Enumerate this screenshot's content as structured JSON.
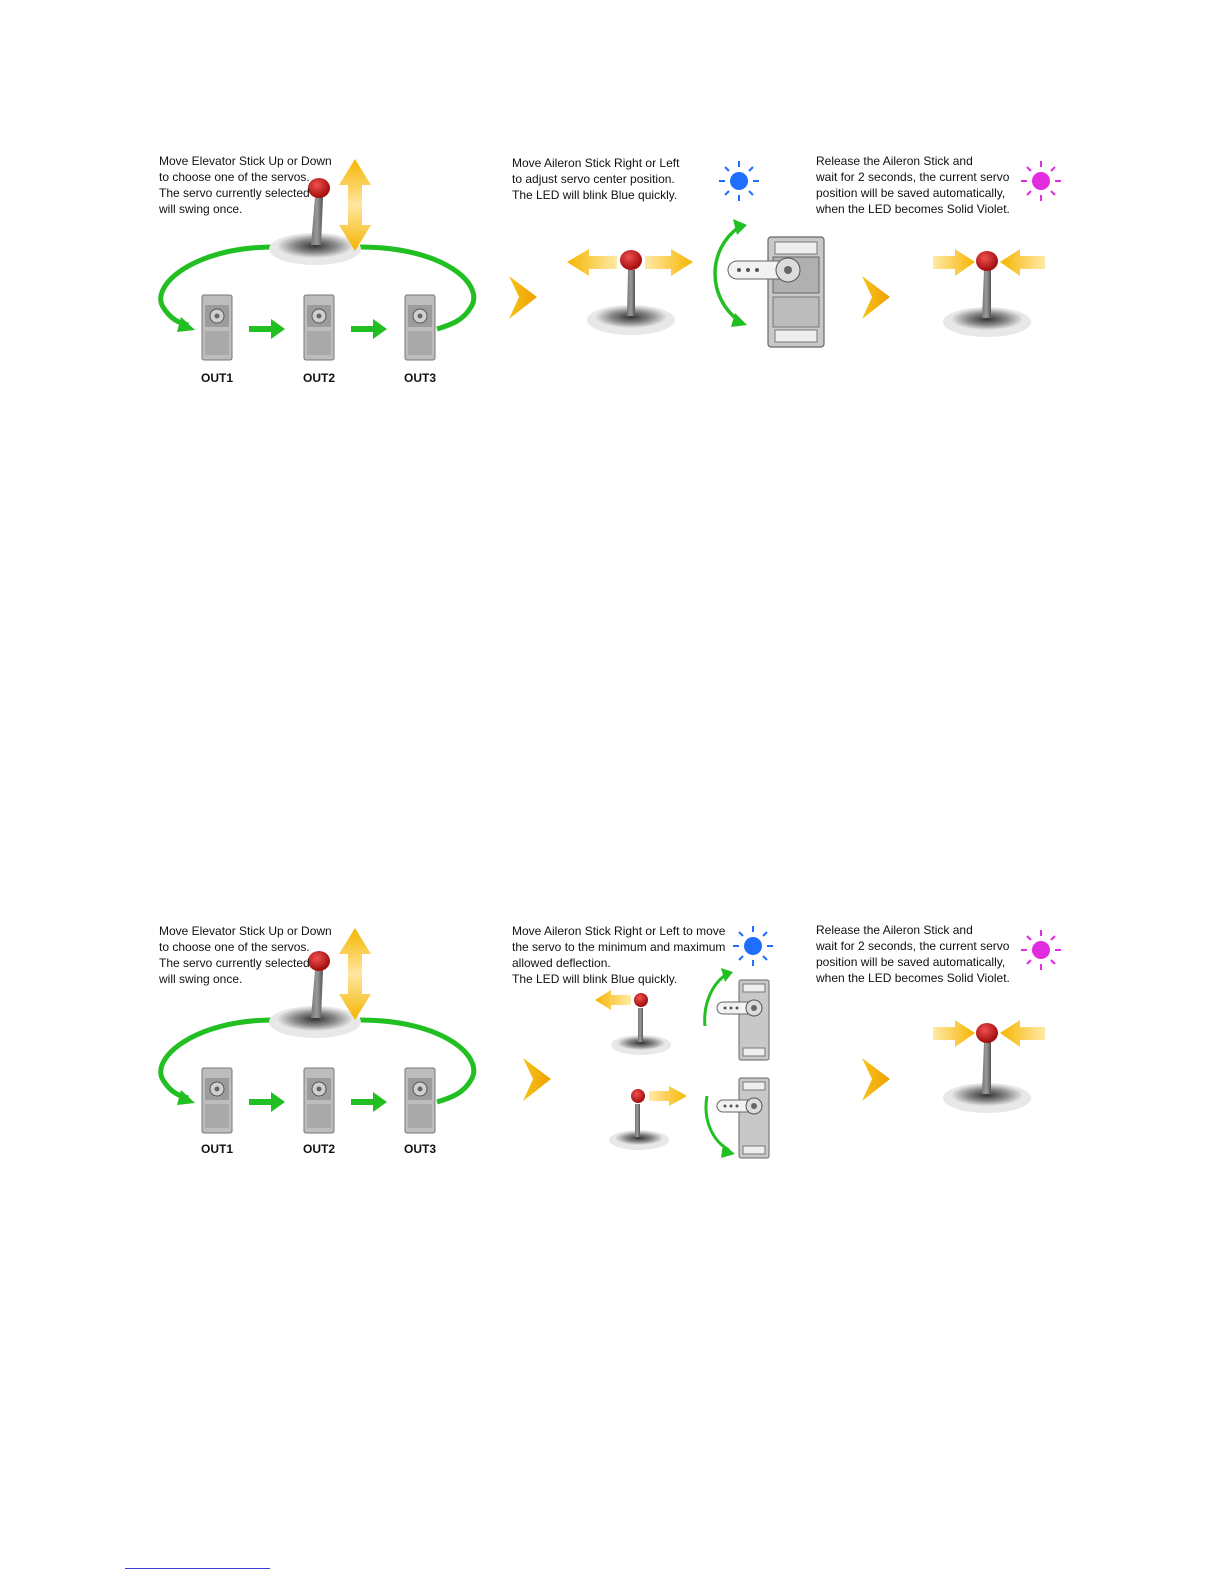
{
  "colors": {
    "green": "#22bf22",
    "yellow": "#f5b500",
    "blue_led": "#1f6fff",
    "violet_led": "#e22ce0",
    "knob_red": "#c21b1b",
    "servo_gray": "#9a9a9a"
  },
  "panels": [
    {
      "step1": "Move Elevator Stick Up or Down\nto choose one of the servos.\nThe servo currently selected\nwill swing once.",
      "step2": "Move Aileron Stick Right or Left\nto adjust servo center position.\nThe LED will blink Blue quickly.",
      "step3": "Release the Aileron Stick and\nwait for 2 seconds, the current servo\nposition will be saved automatically,\nwhen the LED becomes Solid Violet.",
      "outputs": [
        "OUT1",
        "OUT2",
        "OUT3"
      ]
    },
    {
      "step1": "Move Elevator Stick Up or Down\nto choose one of the servos.\nThe servo currently selected\nwill swing once.",
      "step2": "Move Aileron Stick Right or Left to move\nthe servo to the minimum and maximum\nallowed deflection.\nThe LED will blink Blue quickly.",
      "step3": "Release the Aileron Stick and\nwait for 2 seconds, the current servo\nposition will be saved automatically,\nwhen the LED becomes Solid Violet.",
      "outputs": [
        "OUT1",
        "OUT2",
        "OUT3"
      ]
    }
  ]
}
